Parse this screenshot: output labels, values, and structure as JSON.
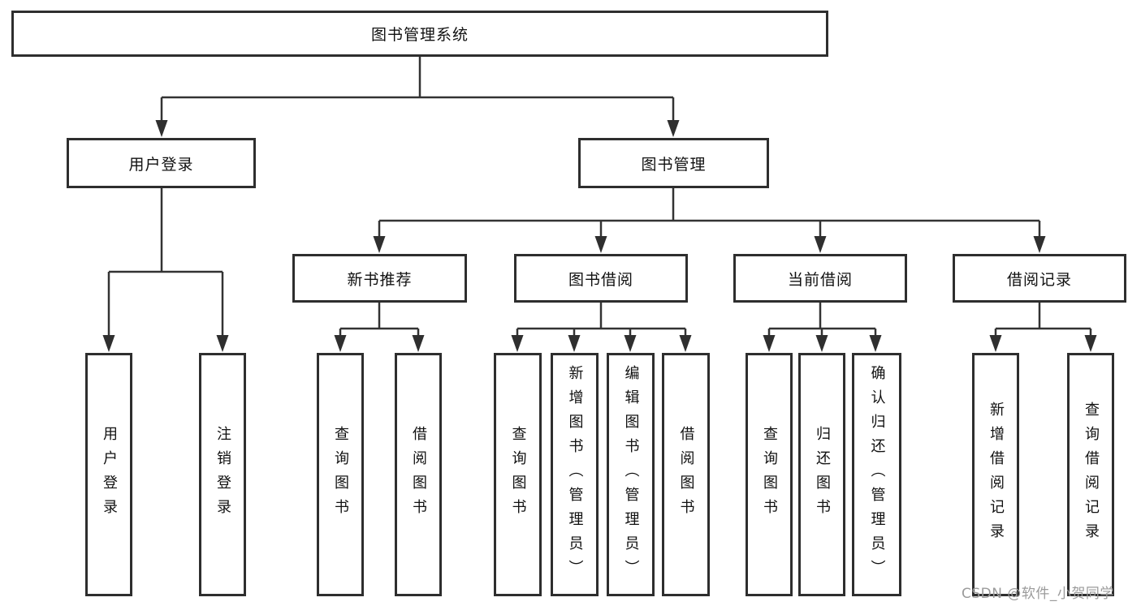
{
  "tree": {
    "root": {
      "label": "图书管理系统",
      "children": [
        {
          "label": "用户登录",
          "children": [
            {
              "label": "用户登录"
            },
            {
              "label": "注销登录"
            }
          ]
        },
        {
          "label": "图书管理",
          "children": [
            {
              "label": "新书推荐",
              "children": [
                {
                  "label": "查询图书"
                },
                {
                  "label": "借阅图书"
                }
              ]
            },
            {
              "label": "图书借阅",
              "children": [
                {
                  "label": "查询图书"
                },
                {
                  "label": "新增图书（管理员）"
                },
                {
                  "label": "编辑图书（管理员）"
                },
                {
                  "label": "借阅图书"
                }
              ]
            },
            {
              "label": "当前借阅",
              "children": [
                {
                  "label": "查询图书"
                },
                {
                  "label": "归还图书"
                },
                {
                  "label": "确认归还（管理员）"
                }
              ]
            },
            {
              "label": "借阅记录",
              "children": [
                {
                  "label": "新增借阅记录"
                },
                {
                  "label": "查询借阅记录"
                }
              ]
            }
          ]
        }
      ]
    }
  },
  "watermark": {
    "text": "CSDN @软件_小贺同学",
    "color": "#9b9b9b"
  },
  "colors": {
    "line": "#333333",
    "arrow": "#2f2f2f",
    "box_border": "#2e2e2e",
    "box_fill": "#ffffff",
    "text": "#111111"
  }
}
